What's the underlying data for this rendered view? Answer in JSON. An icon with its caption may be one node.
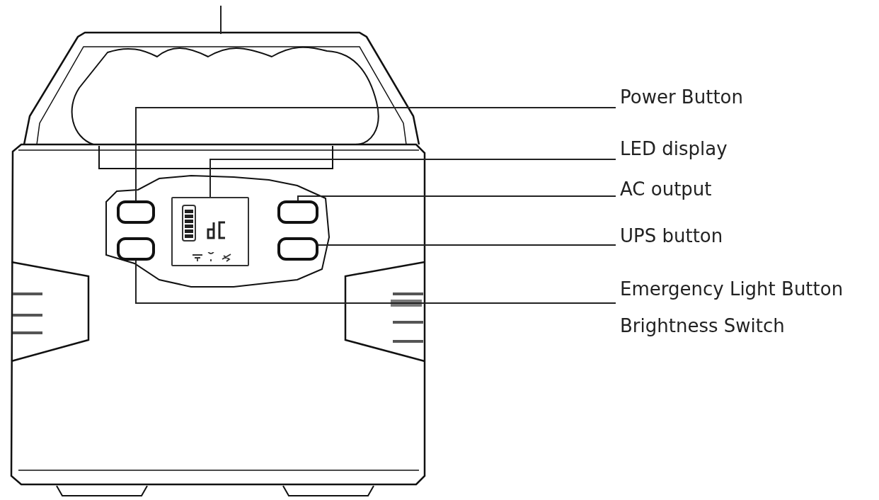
{
  "diagram": {
    "nodes": [
      {
        "text": [
          "Power Button"
        ]
      },
      {
        "text": [
          "LED display"
        ]
      },
      {
        "text": [
          "AC output"
        ]
      },
      {
        "text": [
          "UPS button"
        ]
      },
      {
        "text": [
          "Emergency Light Button",
          "Brightness Switch"
        ]
      },
      {
        "text": [],
        "shape": "button"
      },
      {
        "text": [],
        "shape": "screen"
      },
      {
        "text": [],
        "shape": "button"
      },
      {
        "text": [],
        "shape": "button"
      },
      {
        "text": [],
        "shape": "button"
      },
      {
        "text": [],
        "shape": "handle"
      }
    ],
    "edges": [
      {
        "from": 0,
        "to": 5,
        "arrow": "none"
      },
      {
        "from": 1,
        "to": 6,
        "arrow": "none"
      },
      {
        "from": 2,
        "to": 7,
        "arrow": "none"
      },
      {
        "from": 3,
        "to": 8,
        "arrow": "none"
      },
      {
        "from": 4,
        "to": 9,
        "arrow": "none"
      },
      {
        "from": null,
        "to": 10,
        "arrow": "none"
      }
    ]
  }
}
